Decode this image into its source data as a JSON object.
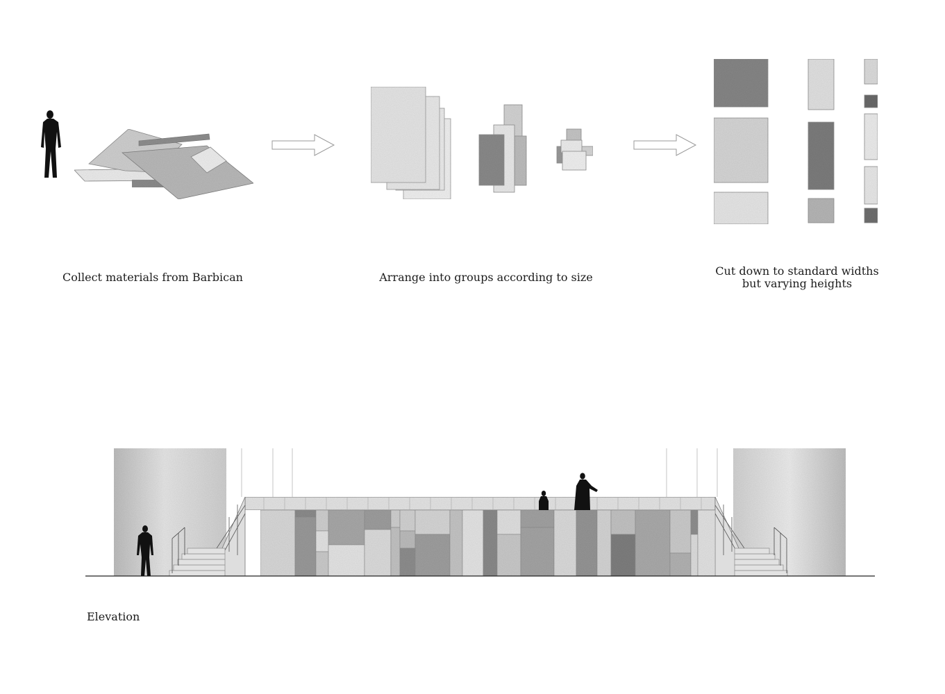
{
  "captions": {
    "collect": "Collect materials from Barbican",
    "arrange": "Arrange into groups according to size",
    "cut_line1": "Cut down to standard widths",
    "cut_line2": "but varying heights",
    "elevation": "Elevation"
  },
  "palette": {
    "ink": "#111111",
    "stroke": "#8a8a8a",
    "light": "#e8e8e8",
    "mid": "#cfcfcf",
    "midDark": "#a9a9a9",
    "dark": "#7d7d7d",
    "darker": "#666666"
  },
  "icons": {
    "figure": "human-silhouette-icon",
    "arrow": "right-arrow-icon"
  }
}
